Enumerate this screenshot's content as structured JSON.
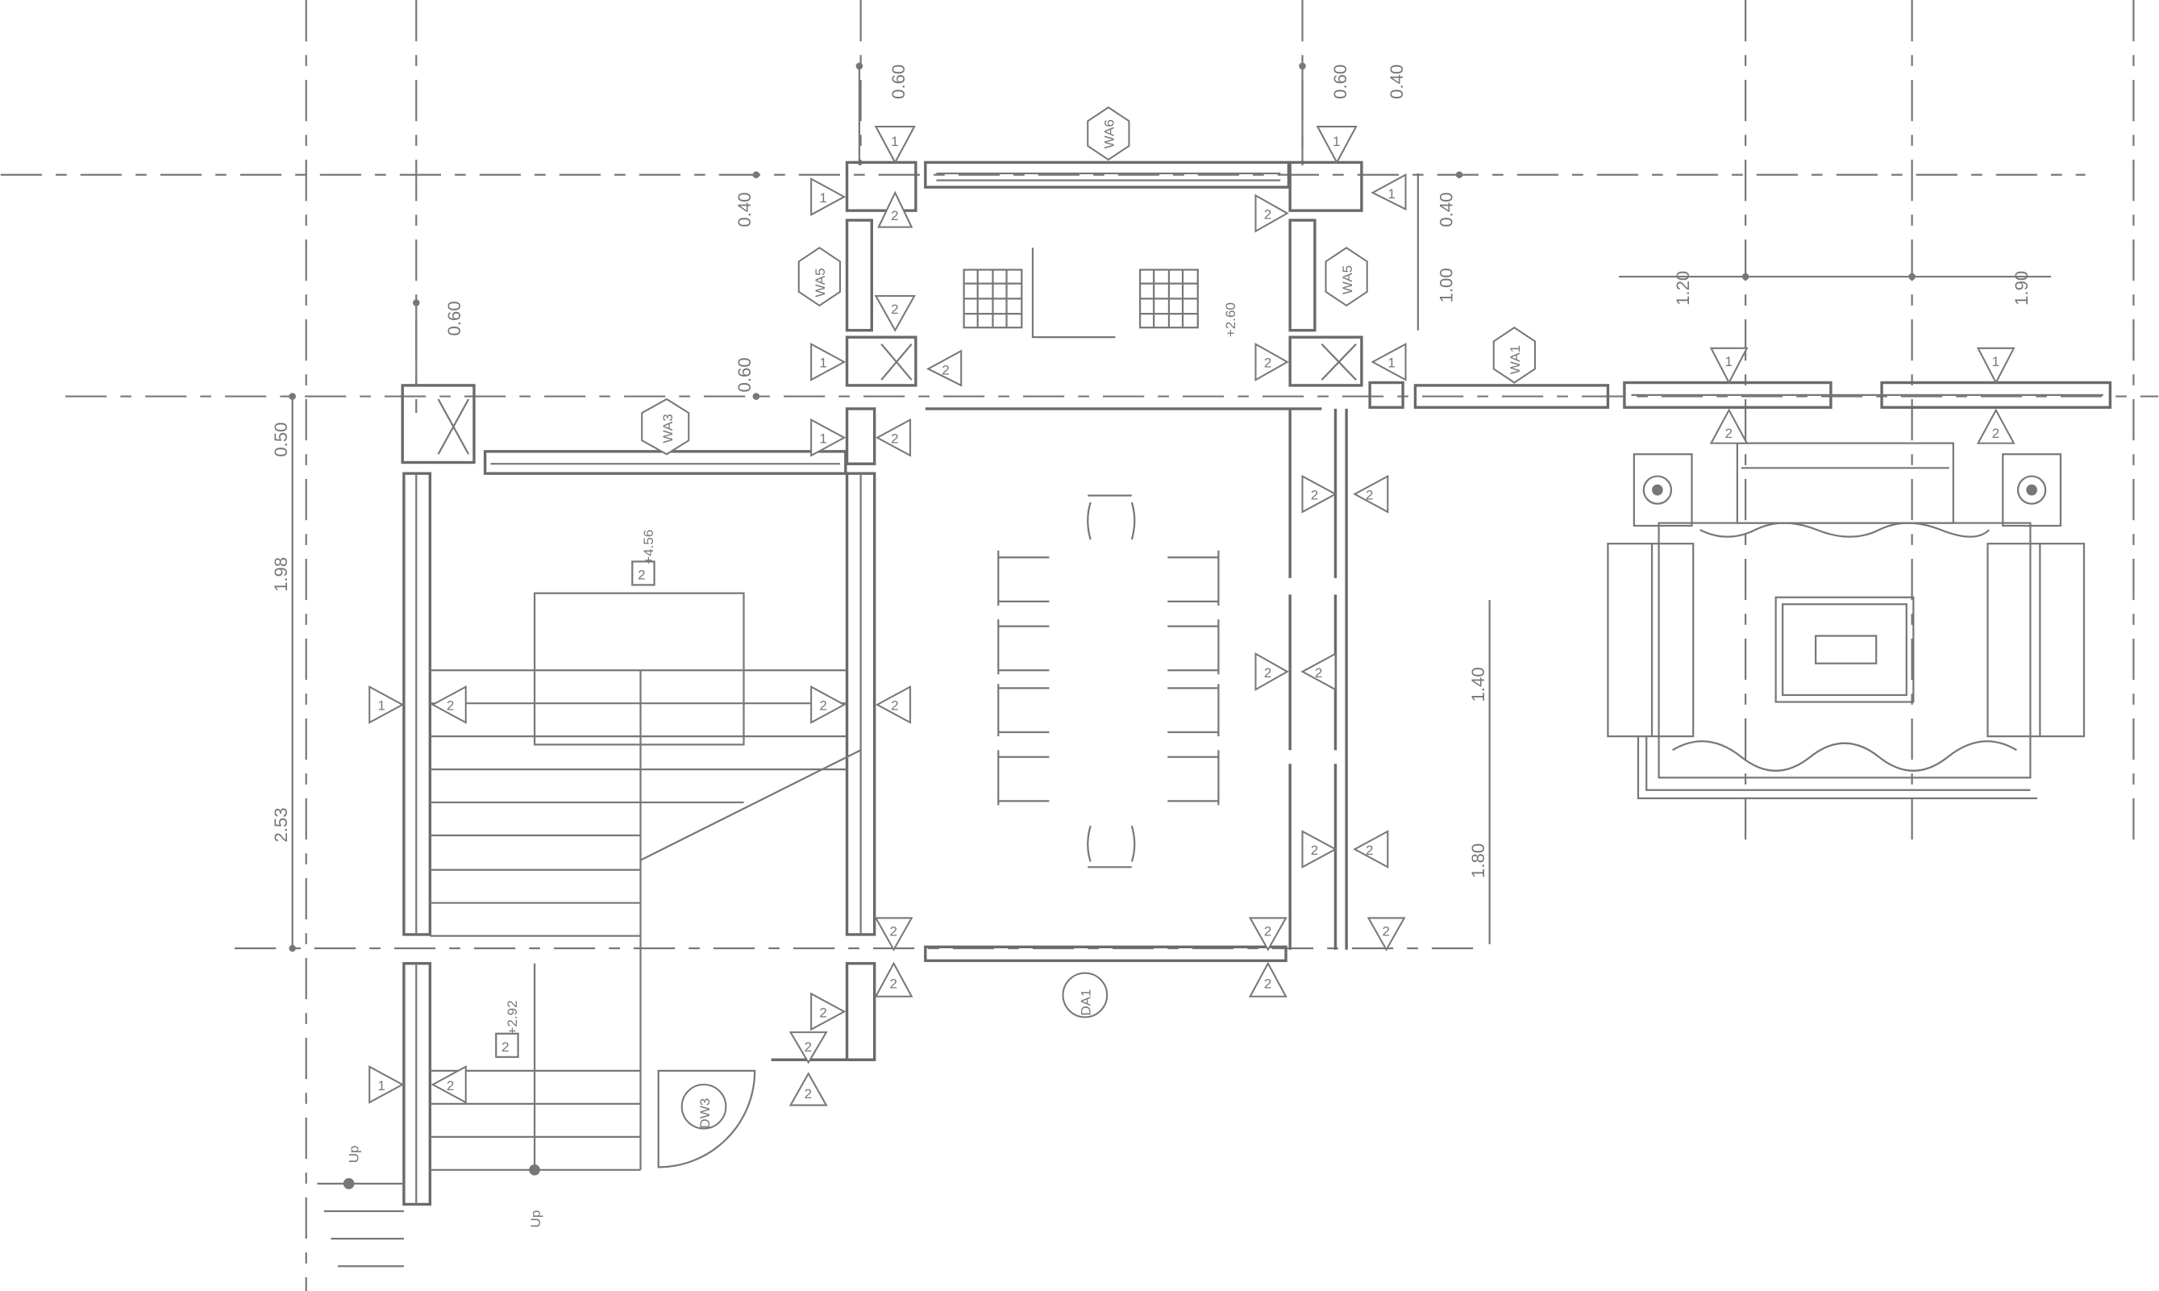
{
  "drawing": {
    "dimensions": {
      "top_left_060": "0.60",
      "top_right_060": "0.60",
      "top_right_040": "0.40",
      "left_040": "0.40",
      "right_040": "0.40",
      "stair_060": "0.60",
      "mid_060": "0.60",
      "dim_050": "0.50",
      "dim_198": "1.98",
      "dim_253": "2.53",
      "dim_100": "1.00",
      "dim_120": "1.20",
      "dim_190": "1.90",
      "dim_140": "1.40",
      "dim_180": "1.80"
    },
    "tags": {
      "wa6": "WA6",
      "wa5_left": "WA5",
      "wa5_right": "WA5",
      "wa3": "WA3",
      "wa1": "WA1",
      "da1": "DA1",
      "dw3": "DW3"
    },
    "levels": {
      "stair_top": "+4.56",
      "stair_landing": "+2.92",
      "room": "+2.60"
    },
    "level_marker": "2",
    "stair_labels": {
      "up_left": "Up",
      "up_right": "Up"
    },
    "section_markers": {
      "one": "1",
      "two": "2"
    },
    "colors": {
      "line": "#777777",
      "background": "#ffffff"
    }
  }
}
